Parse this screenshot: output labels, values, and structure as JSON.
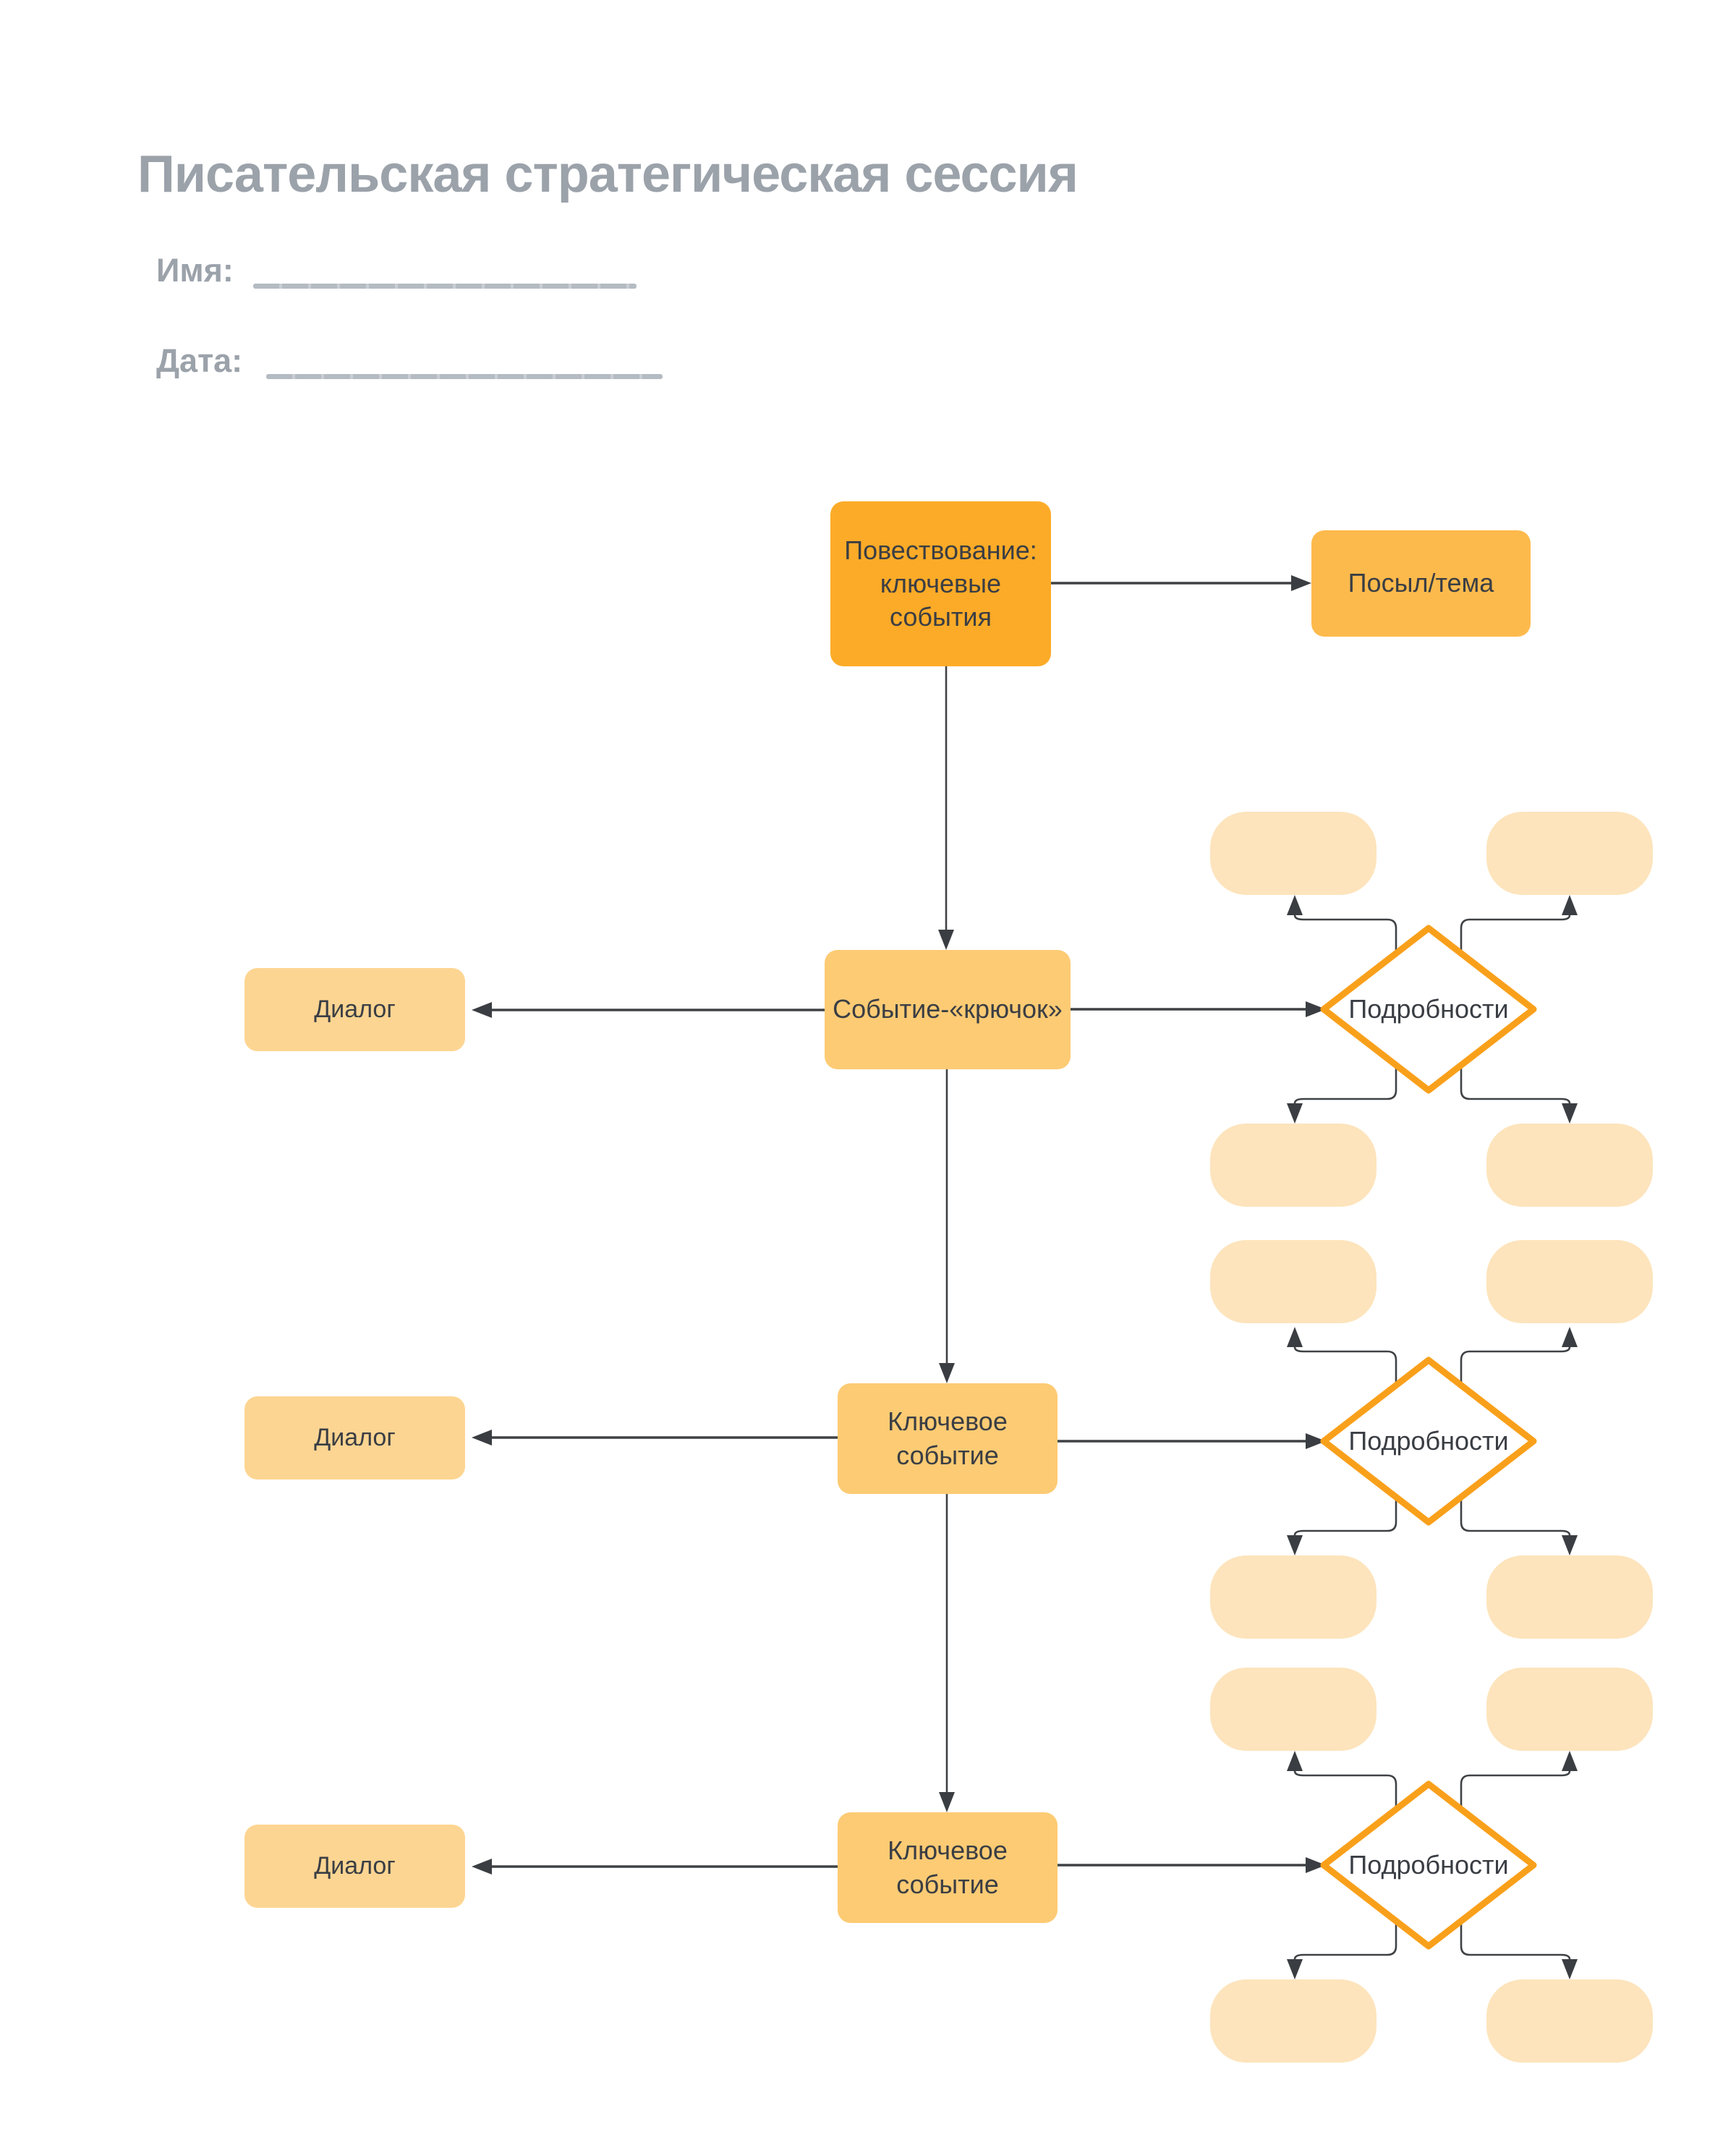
{
  "header": {
    "title": "Писательская стратегическая сессия",
    "name_label": "Имя:",
    "name_value": "",
    "date_label": "Дата:",
    "date_value": ""
  },
  "diagram": {
    "narrative": {
      "label": "Повествование:\nключевые\nсобытия"
    },
    "message": {
      "label": "Посыл/тема"
    },
    "hook": {
      "label": "Событие-«крючок»"
    },
    "key_event_1": {
      "label": "Ключевое\nсобытие"
    },
    "key_event_2": {
      "label": "Ключевое\nсобытие"
    },
    "dialog_1": {
      "label": "Диалог"
    },
    "dialog_2": {
      "label": "Диалог"
    },
    "dialog_3": {
      "label": "Диалог"
    },
    "details_1": {
      "label": "Подробности"
    },
    "details_2": {
      "label": "Подробности"
    },
    "details_3": {
      "label": "Подробности"
    }
  },
  "colors": {
    "node_dark_orange": "#FCAB28",
    "node_orange": "#FDBA4C",
    "node_medium_orange": "#FDCB74",
    "node_light_orange": "#FDD592",
    "placeholder_peach": "#FDE4BC",
    "diamond_border": "#F9A01B",
    "connector": "#3F4245",
    "heading_gray": "#9BA2AA"
  }
}
